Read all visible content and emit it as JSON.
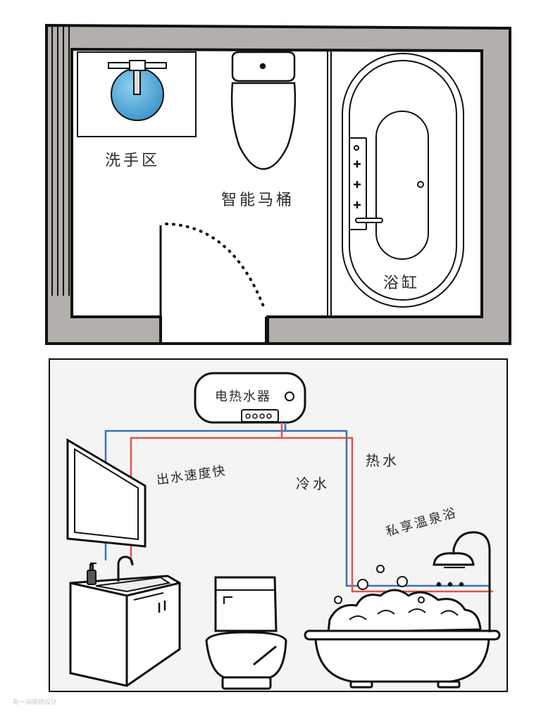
{
  "floor_plan": {
    "labels": {
      "washbasin_area": "洗手区",
      "smart_toilet": "智能马桶",
      "bathtub": "浴缸"
    }
  },
  "plumbing": {
    "heater_label": "电热水器",
    "labels": {
      "fast_flow": "出水速度快",
      "cold_water": "冷水",
      "hot_water": "热水",
      "private_spa": "私享温泉浴"
    },
    "colors": {
      "cold_pipe": "#3d6fb5",
      "hot_pipe": "#e05548",
      "wall_fill": "#b3b0ab",
      "sink_blue": "#4aa3d6"
    }
  },
  "watermark": "有一间装修设计"
}
